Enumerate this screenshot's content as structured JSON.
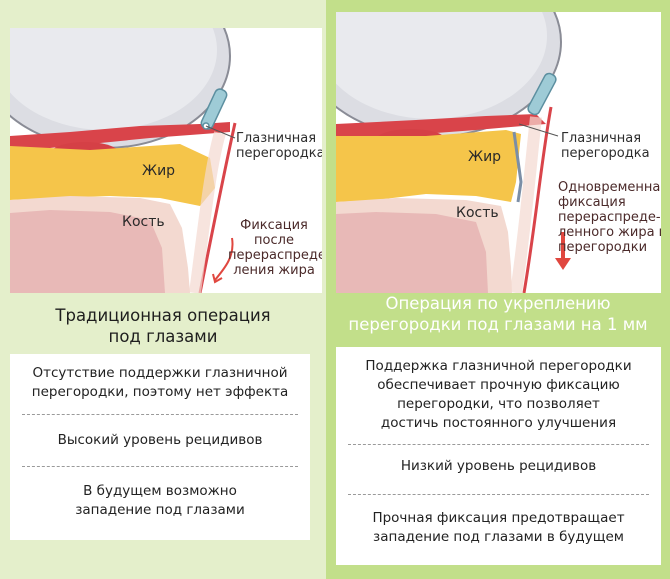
{
  "left": {
    "labels": {
      "septum": "Глазничная\nперегородка",
      "fat": "Жир",
      "bone": "Кость",
      "fixation": "Фиксация\nпосле\nперераспреде-\nления жира"
    },
    "title": "Традиционная операция\nпод глазами",
    "items": [
      "Отсутствие поддержки глазничной\nперегородки, поэтому нет эффекта",
      "Высокий уровень рецидивов",
      "В будущем возможно\nзападение под глазами"
    ]
  },
  "right": {
    "labels": {
      "septum": "Глазничная\nперегородка",
      "fat": "Жир",
      "bone": "Кость",
      "fixation": "Одновременная\nфиксация\nперераспреде-\nленного жира и\nперегородки"
    },
    "title": "Операция по укреплению\nперегородки под глазами на 1 мм",
    "items": [
      "Поддержка глазничной перегородки\nобеспечивает прочную фиксацию\nперегородки, что позволяет\nдостичь постоянного улучшения",
      "Низкий уровень рецидивов",
      "Прочная фиксация предотвращает\nзападение под глазами в будущем"
    ]
  },
  "colors": {
    "panel_left_bg": "#e4efcb",
    "panel_right_bg": "#c2df8a",
    "fat": "#f5c54a",
    "bone": "#f3d9d0",
    "muscle": "#d9444a",
    "arrow": "#e0473f"
  }
}
